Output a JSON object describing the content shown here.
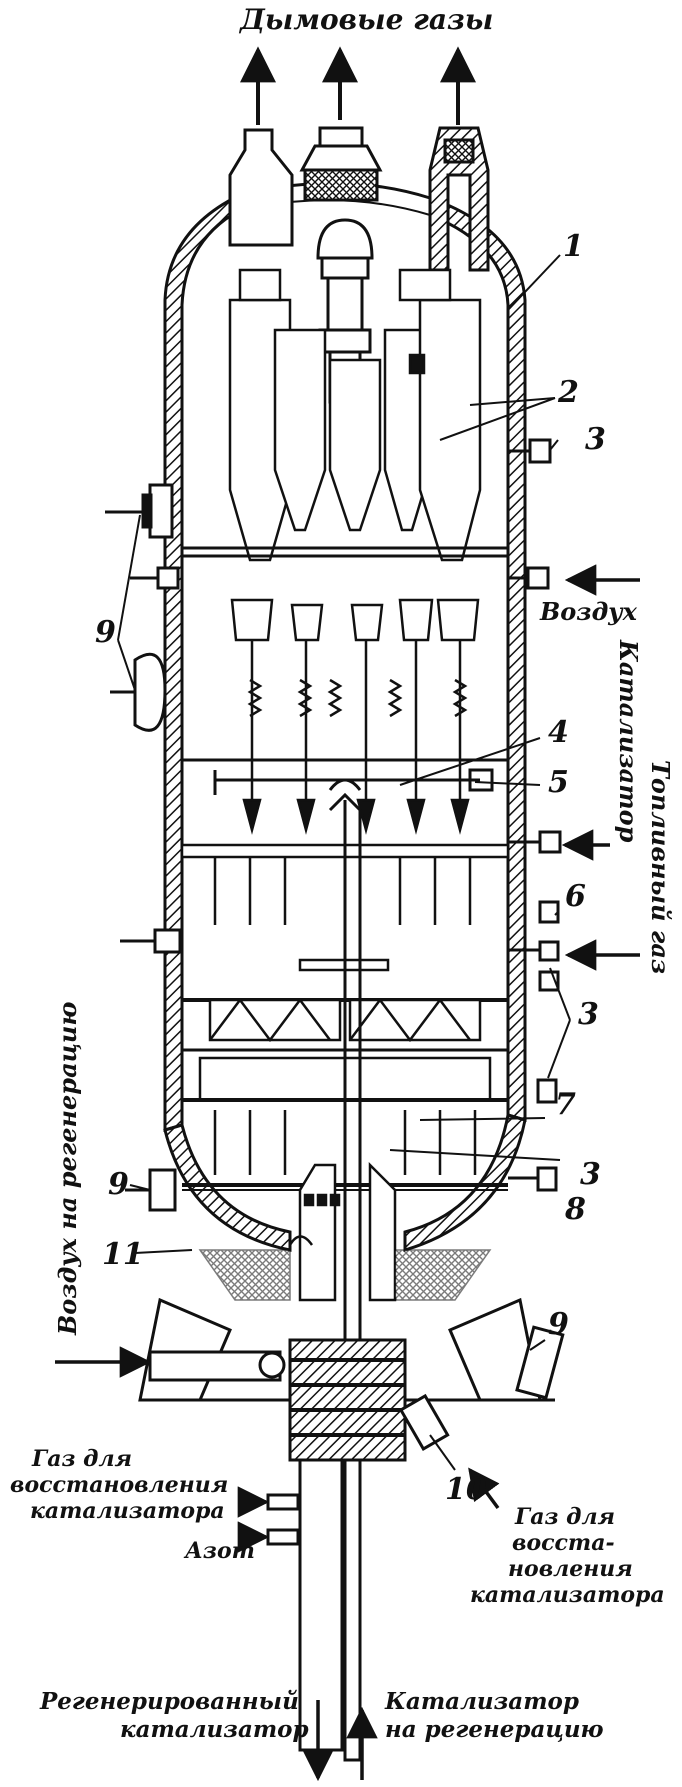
{
  "labels": {
    "top": "Дымовые газы",
    "air": "Воздух",
    "catalyst": "Катализатор",
    "fuel_gas": "Топливный газ",
    "regen_air": "Воздух на регенерацию",
    "gas_restore_left_1": "Газ для",
    "gas_restore_left_2": "восстановления",
    "gas_restore_left_3": "катализатора",
    "nitrogen": "Азот",
    "gas_restore_right_1": "Газ для",
    "gas_restore_right_2": "восста-",
    "gas_restore_right_3": "новления",
    "gas_restore_right_4": "катализатора",
    "regenerated_1": "Регенерированный",
    "regenerated_2": "катализатор",
    "to_regen_1": "Катализатор",
    "to_regen_2": "на регенерацию"
  },
  "callouts": {
    "n1": "1",
    "n2": "2",
    "n3a": "3",
    "n3b": "3",
    "n3c": "3",
    "n4": "4",
    "n5": "5",
    "n6": "6",
    "n7": "7",
    "n8": "8",
    "n9a": "9",
    "n9b": "9",
    "n9c": "9",
    "n10": "10",
    "n11": "11"
  },
  "colors": {
    "ink": "#111111",
    "paper": "#ffffff"
  }
}
